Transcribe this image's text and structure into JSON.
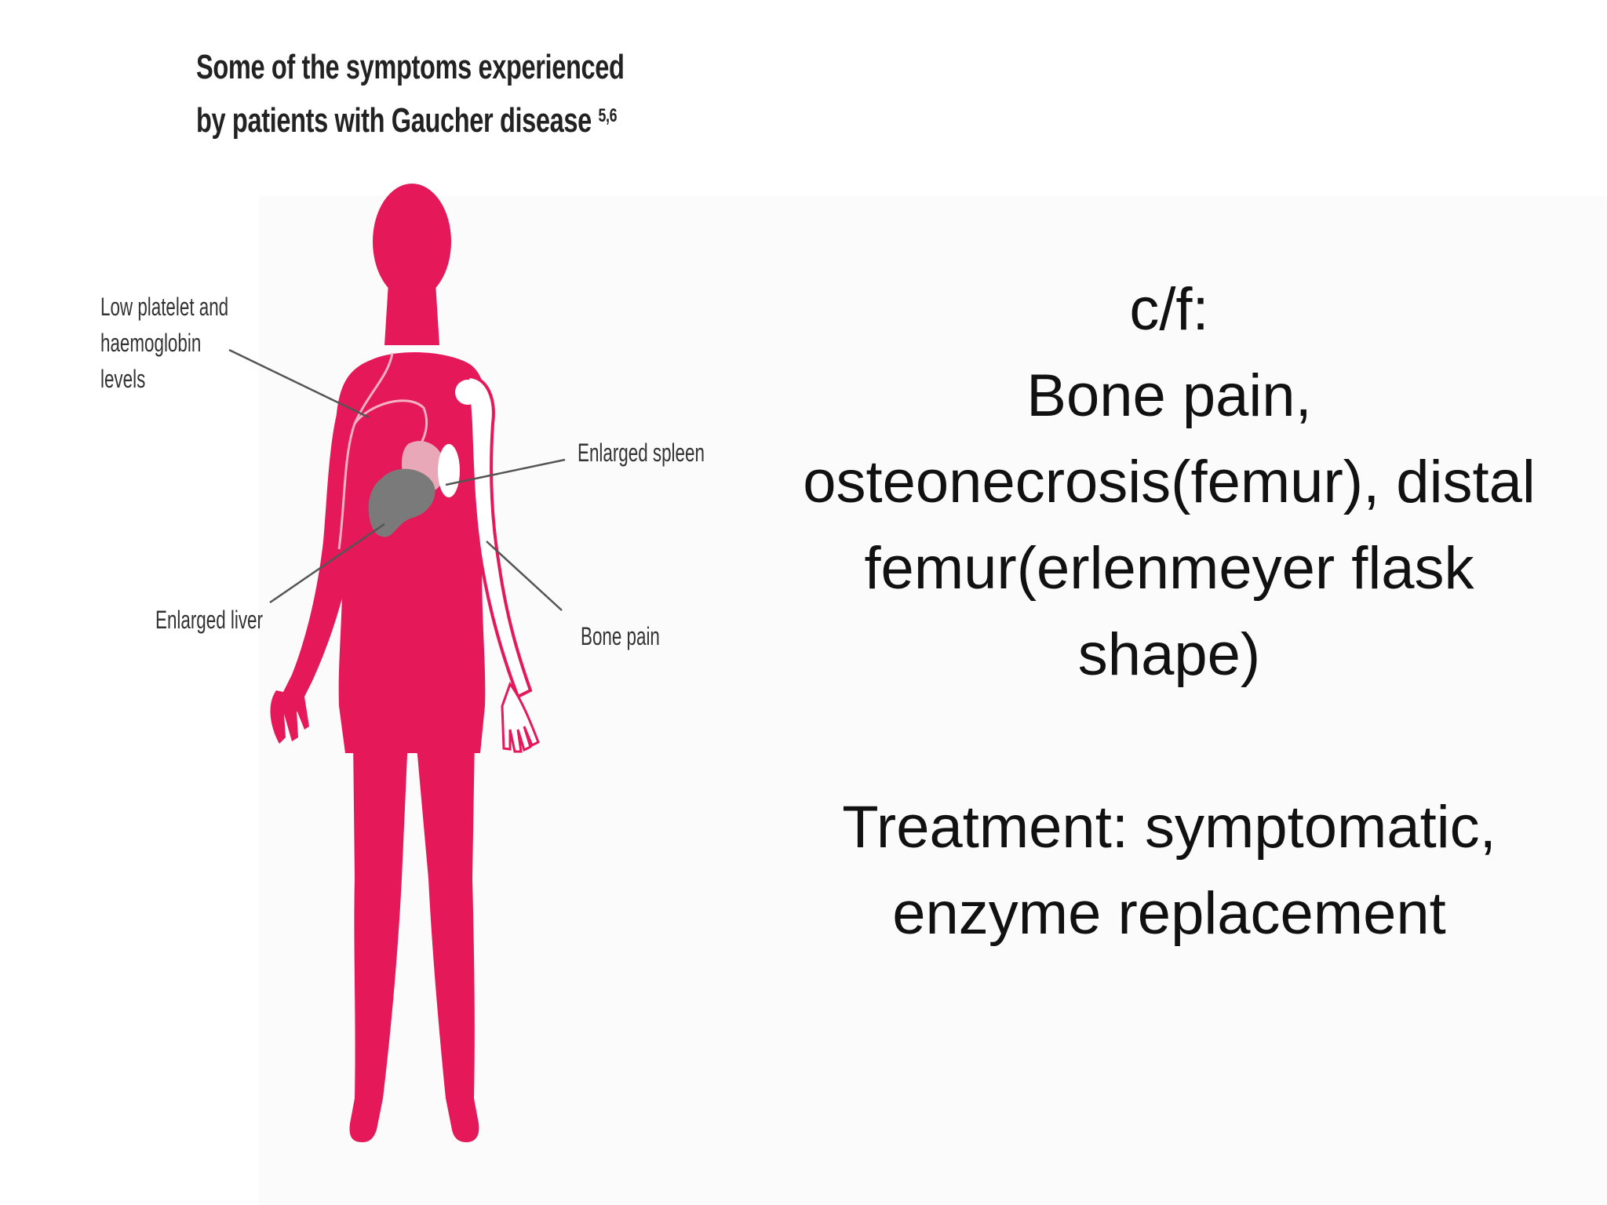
{
  "figure": {
    "title_line1": "Some of the symptoms experienced",
    "title_line2": "by patients with Gaucher disease",
    "title_superscript": "5,6",
    "labels": {
      "platelet_line1": "Low platelet and",
      "platelet_line2": "haemoglobin",
      "platelet_line3": "levels",
      "spleen": "Enlarged spleen",
      "liver": "Enlarged liver",
      "bone": "Bone pain"
    },
    "colors": {
      "body": "#e5195a",
      "liver": "#7a7a7a",
      "spleen": "#e8a8b8",
      "leader_line": "#555555"
    }
  },
  "notes": {
    "line1": "c/f:",
    "line2": "Bone pain,",
    "line3": "osteonecrosis(femur), distal",
    "line4": "femur(erlenmeyer flask",
    "line5": "shape)",
    "line6": "Treatment: symptomatic,",
    "line7": "enzyme replacement"
  }
}
